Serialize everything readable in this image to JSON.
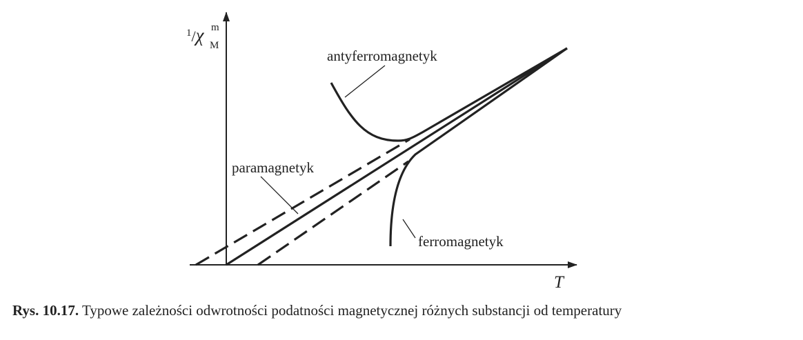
{
  "figure": {
    "y_axis_label": {
      "numerator": "1",
      "slash": "/",
      "symbol": "χ",
      "superscript": "m",
      "subscript": "M"
    },
    "x_axis_label": "T",
    "curve_labels": {
      "antiferromagnet": "antyferromagnetyk",
      "paramagnet": "paramagnetyk",
      "ferromagnet": "ferromagnetyk"
    }
  },
  "caption": {
    "label": "Rys. 10.17.",
    "text": "Typowe zależności odwrotności podatności magnetycznej różnych substancji od temperatury"
  }
}
